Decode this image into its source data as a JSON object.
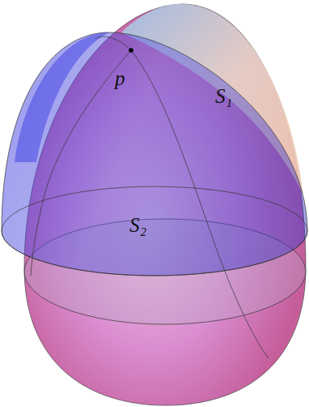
{
  "diagram": {
    "labels": [
      "p",
      "S₁",
      "S₂"
    ]
  }
}
